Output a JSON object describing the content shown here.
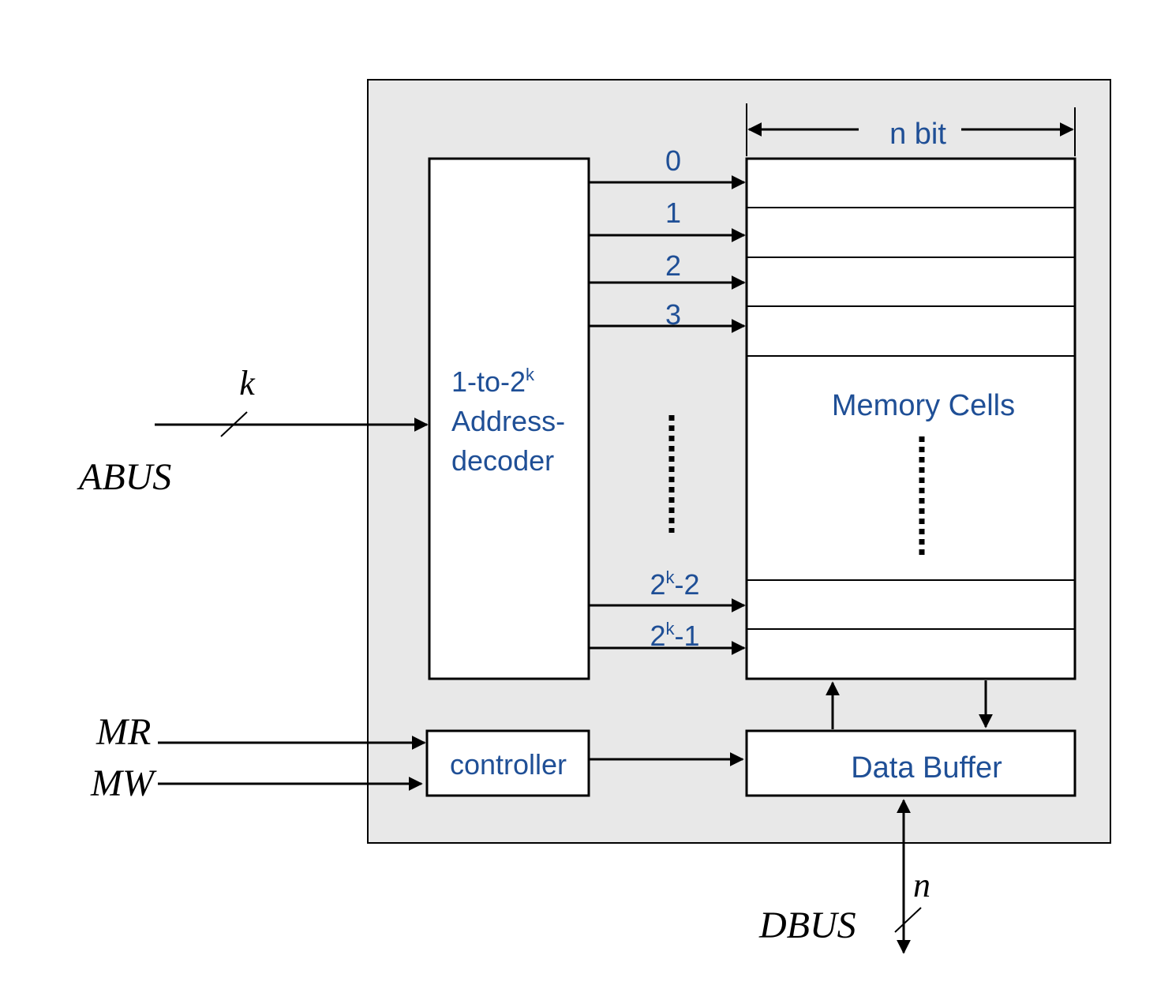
{
  "signals": {
    "abus": "ABUS",
    "abus_width": "k",
    "mr": "MR",
    "mw": "MW",
    "dbus": "DBUS",
    "dbus_width": "n"
  },
  "decoder": {
    "line1_base": "1-to-2",
    "line1_sup": "k",
    "line2": "Address-",
    "line3": "decoder"
  },
  "outputs": {
    "o0": "0",
    "o1": "1",
    "o2": "2",
    "o3": "3",
    "o_last2_base": "2",
    "o_last2_sup": "k",
    "o_last2_tail": "-2",
    "o_last1_base": "2",
    "o_last1_sup": "k",
    "o_last1_tail": "-1"
  },
  "memory": {
    "width_label": "n bit",
    "label": "Memory Cells"
  },
  "controller": {
    "label": "controller"
  },
  "data_buffer": {
    "label": "Data Buffer"
  }
}
